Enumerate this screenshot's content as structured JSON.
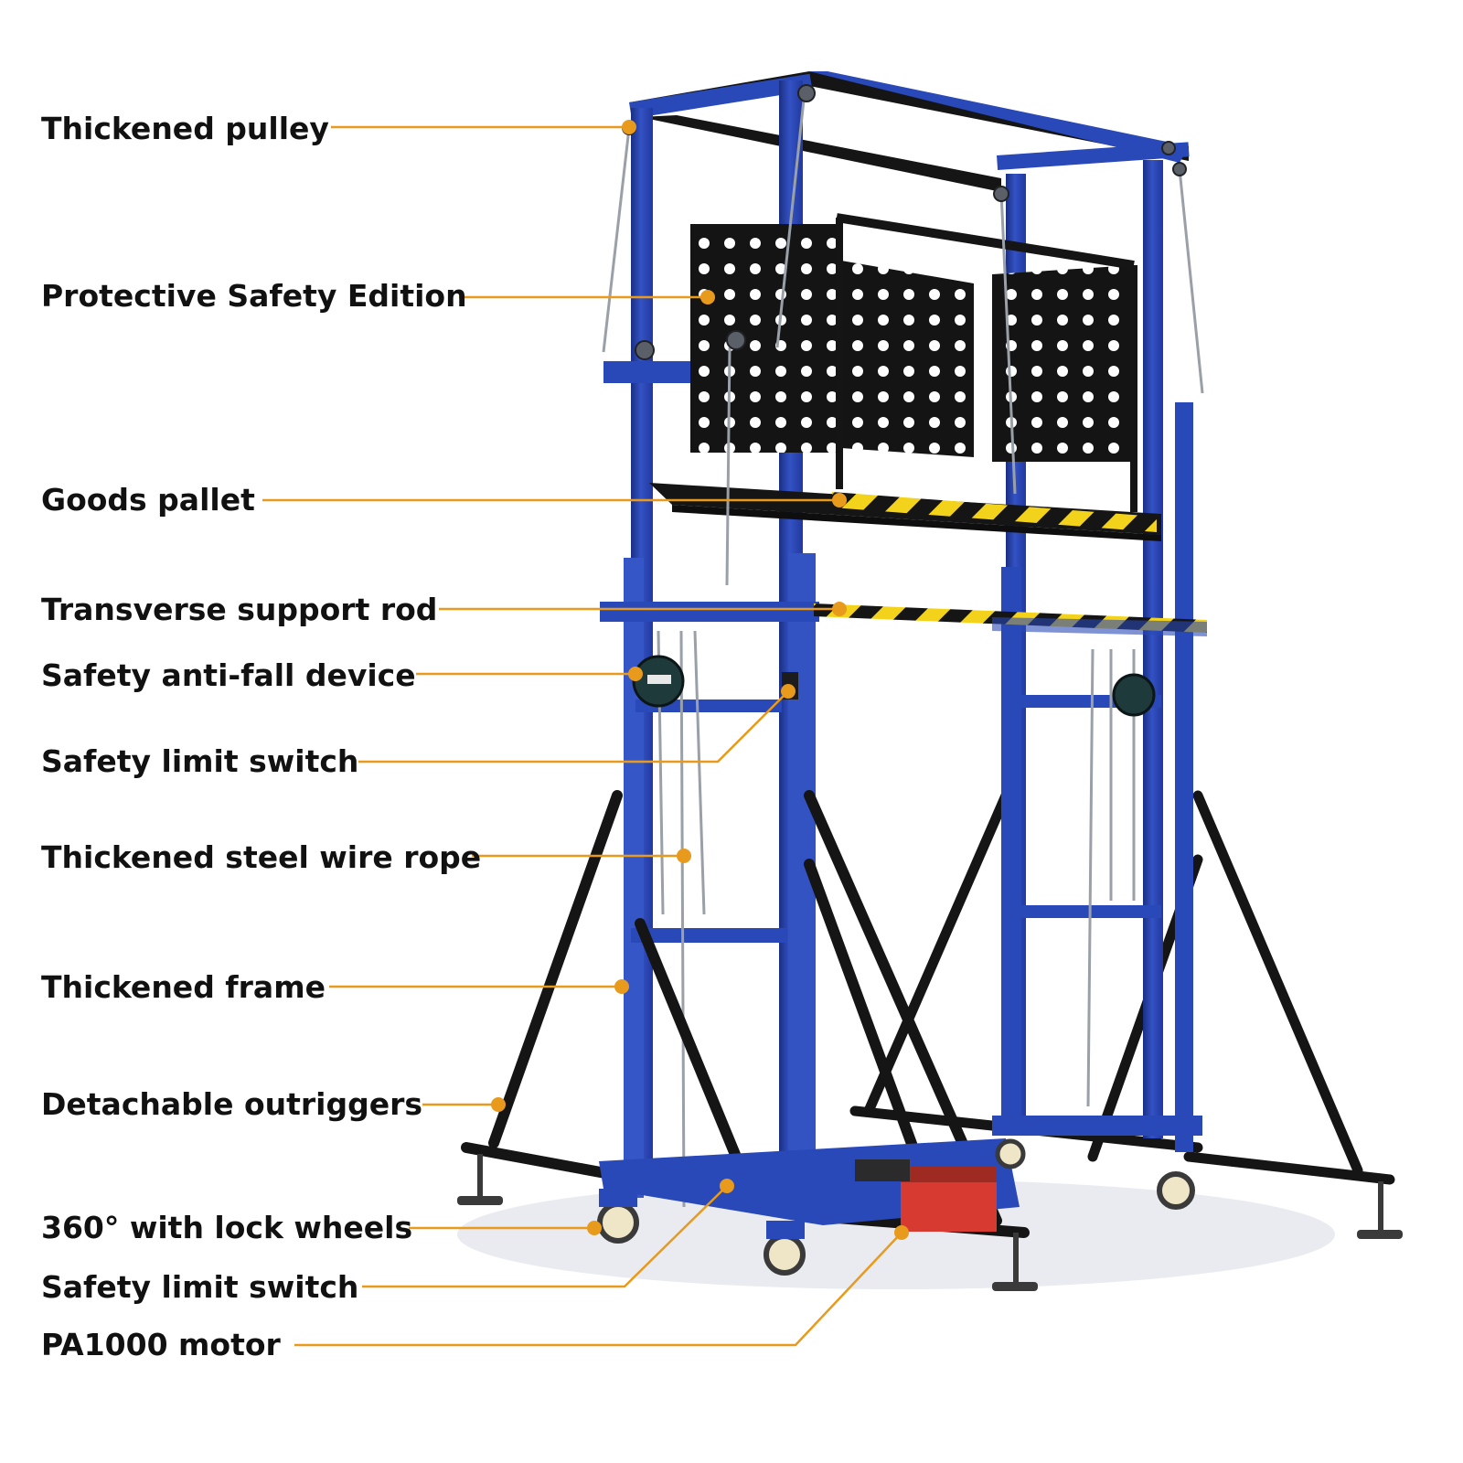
{
  "colors": {
    "frame_blue": "#2a49b8",
    "frame_dark": "#1a2f82",
    "frame_light": "#4f6fd8",
    "steel_black": "#151515",
    "leader_orange": "#e89a1c",
    "hazard_yellow": "#f2d21b",
    "motor_red": "#d63a30"
  },
  "callouts": [
    {
      "id": "thickened-pulley",
      "label": "Thickened pulley"
    },
    {
      "id": "protective-safety-edition",
      "label": "Protective Safety Edition"
    },
    {
      "id": "goods-pallet",
      "label": "Goods pallet"
    },
    {
      "id": "transverse-support-rod",
      "label": "Transverse support rod"
    },
    {
      "id": "safety-anti-fall-device",
      "label": "Safety anti-fall device"
    },
    {
      "id": "safety-limit-switch-upper",
      "label": "Safety limit switch"
    },
    {
      "id": "thickened-steel-wire-rope",
      "label": "Thickened steel wire rope"
    },
    {
      "id": "thickened-frame",
      "label": "Thickened frame"
    },
    {
      "id": "detachable-outriggers",
      "label": "Detachable outriggers"
    },
    {
      "id": "lock-wheels",
      "label": "360° with lock wheels"
    },
    {
      "id": "safety-limit-switch-lower",
      "label": "Safety limit switch"
    },
    {
      "id": "pa1000-motor",
      "label": "PA1000 motor"
    }
  ]
}
